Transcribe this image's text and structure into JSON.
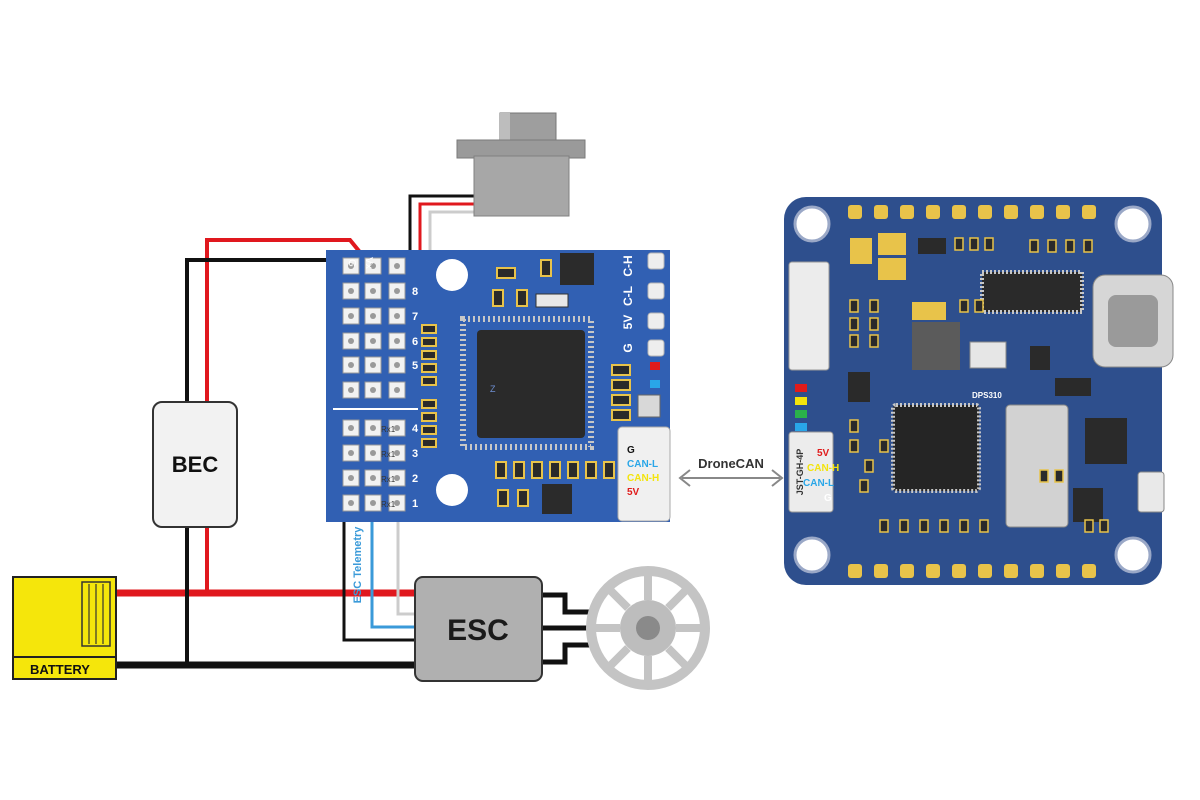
{
  "labels": {
    "bec": "BEC",
    "esc": "ESC",
    "battery": "BATTERY",
    "dronecan": "DroneCAN",
    "esc_telemetry": "ESC Telemetry",
    "dps": "DPS310",
    "jst": "JST-GH-4P",
    "node_can": {
      "g": "G",
      "canl": "CAN-L",
      "canh": "CAN-H",
      "v5": "5V"
    },
    "fc_can": {
      "v5": "5V",
      "canh": "CAN-H",
      "canl": "CAN-L",
      "g": "G"
    },
    "node_edge": {
      "v5": "5V",
      "cl": "C-L",
      "ch": "C-H",
      "g": "G"
    },
    "pin_g": "G",
    "pin_vx": "Vx",
    "pin_rx1": "Rx1",
    "rows_top": [
      "8",
      "7",
      "6",
      "5"
    ],
    "rows_bottom": [
      "4",
      "3",
      "2",
      "1"
    ]
  },
  "colors": {
    "red_wire": "#e0181e",
    "black_wire": "#111111",
    "telemetry": "#3a9ad9",
    "signal": "#cccccc",
    "node_board": "#3160b3",
    "fc_board": "#2e4f8d",
    "battery": "#f5e60b",
    "gold": "#e8c34a",
    "chip": "#2a2a2a",
    "can_yellow": "#f3e40c",
    "can_blue": "#29a6e8",
    "v5_red": "#e01b1b"
  }
}
